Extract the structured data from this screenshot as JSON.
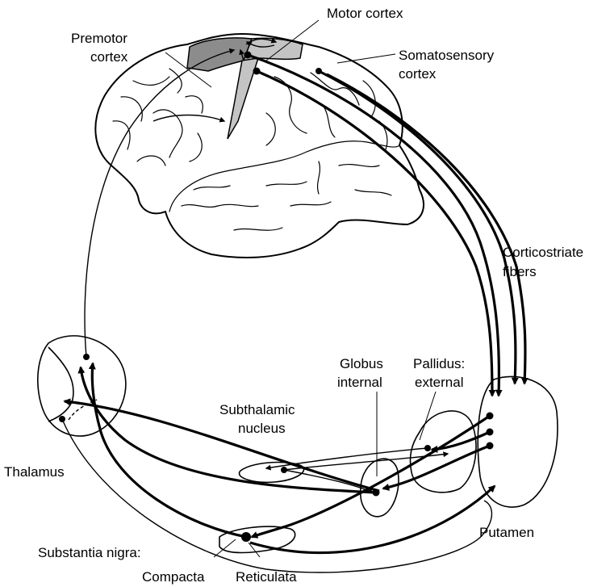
{
  "labels": {
    "motor_cortex": "Motor cortex",
    "premotor_line1": "Premotor",
    "premotor_line2": "cortex",
    "somato_line1": "Somatosensory",
    "somato_line2": "cortex",
    "corticostriate_line1": "Corticostriate",
    "corticostriate_line2": "fibers",
    "globus_line1": "Globus",
    "globus_line2": "internal",
    "pallidus_line1": "Pallidus:",
    "pallidus_line2": "external",
    "subthalamic_line1": "Subthalamic",
    "subthalamic_line2": "nucleus",
    "thalamus": "Thalamus",
    "putamen": "Putamen",
    "substantia_nigra": "Substantia nigra:",
    "compacta": "Compacta",
    "reticulata": "Reticulata"
  },
  "colors": {
    "ink": "#000000",
    "premotor_fill": "#8c8c8c",
    "motor_fill": "#c4c4c4",
    "background": "#ffffff"
  }
}
